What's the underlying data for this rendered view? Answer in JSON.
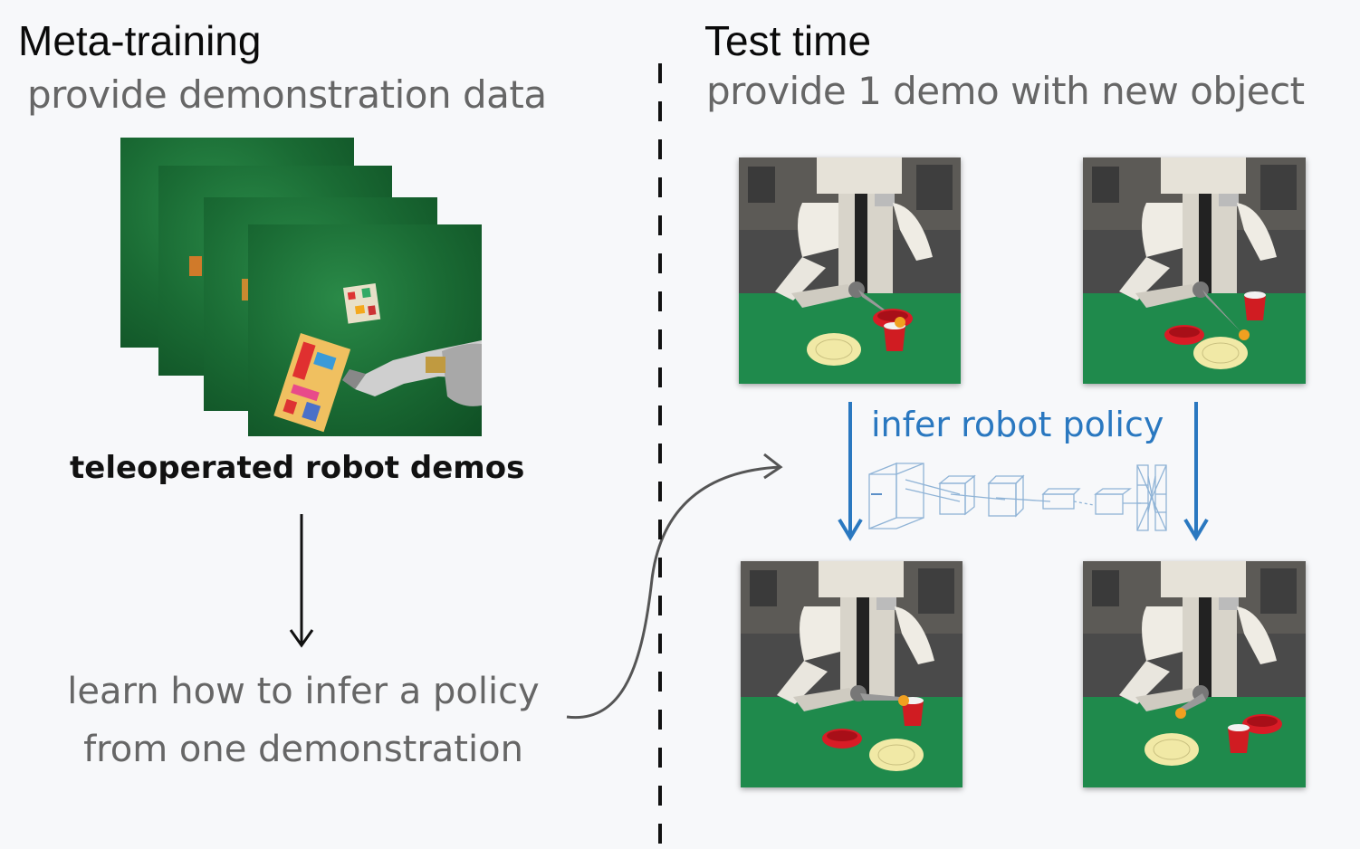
{
  "left": {
    "heading": "Meta-training",
    "subheading": "provide demonstration data",
    "stack_caption": "teleoperated robot demos",
    "learn_line1": "learn how to infer a policy",
    "learn_line2": "from one demonstration"
  },
  "right": {
    "heading": "Test time",
    "subheading": "provide 1 demo with new object",
    "infer_label": "infer robot policy"
  },
  "colors": {
    "arrow_blue": "#2a78c0",
    "table_green": "#1f8a4c",
    "demo_green": "#196b33"
  }
}
